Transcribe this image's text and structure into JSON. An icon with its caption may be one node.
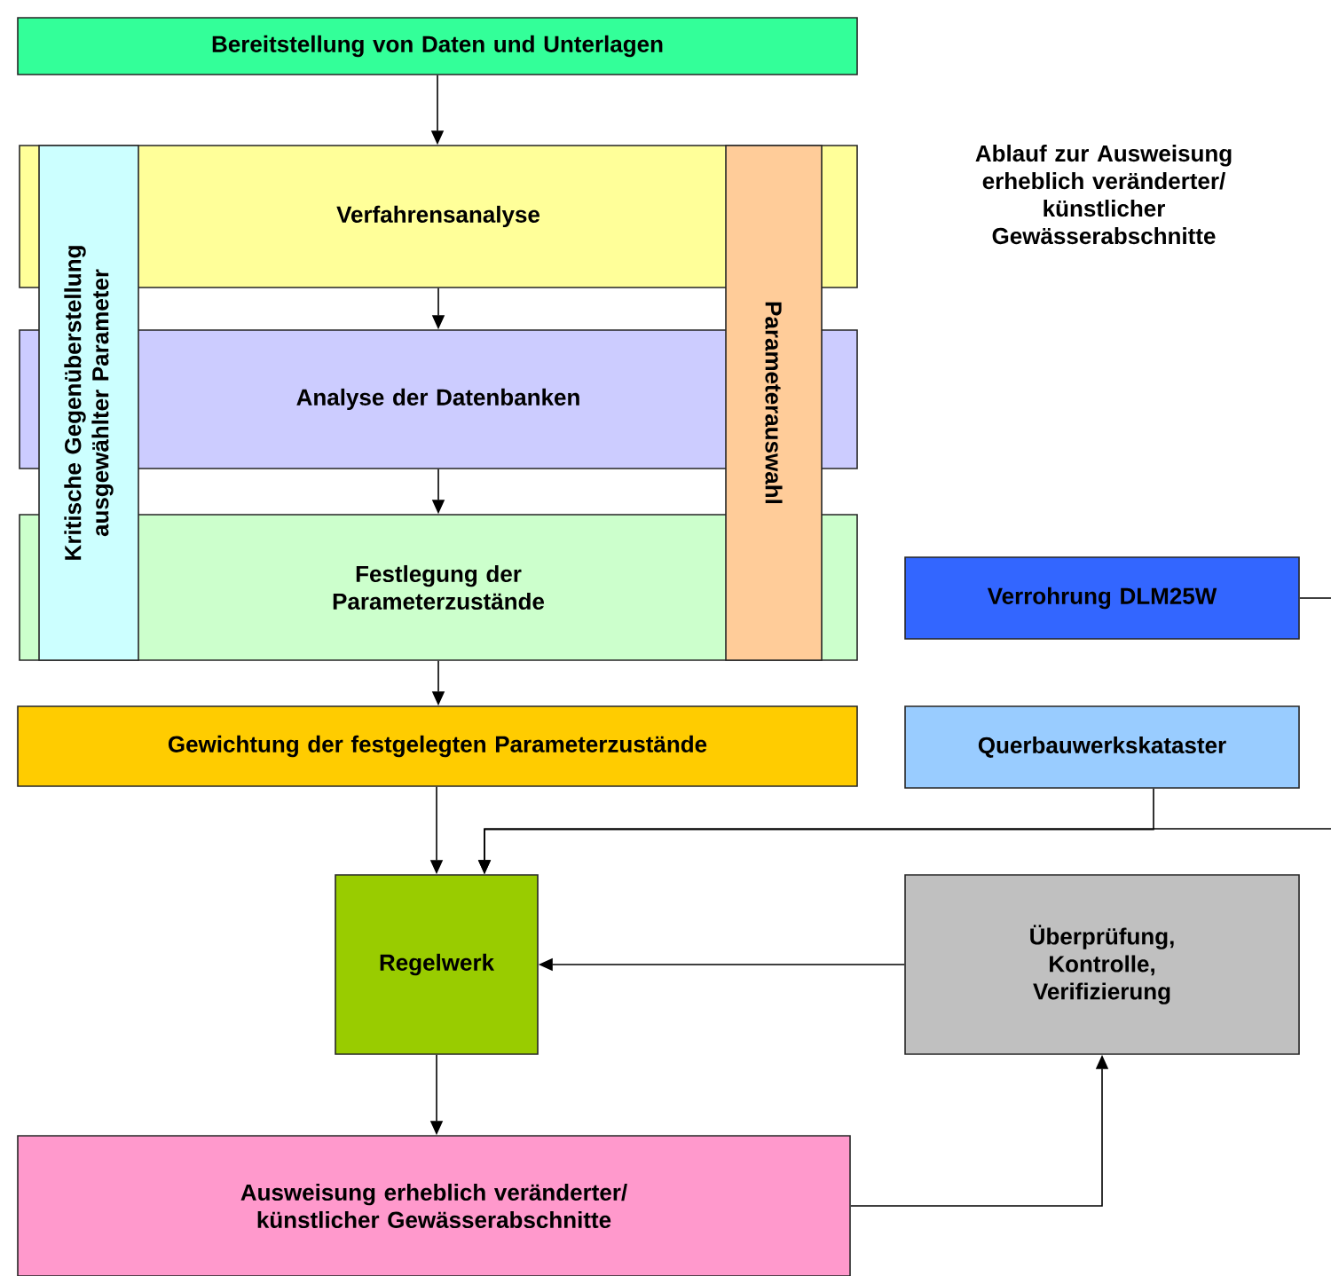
{
  "diagram": {
    "nodes": [
      {
        "text": [
          "Bereitstellung von Daten und Unterlagen"
        ]
      },
      {
        "text": [
          "Verfahrensanalyse"
        ]
      },
      {
        "text": [
          "Analyse der Datenbanken"
        ]
      },
      {
        "text": [
          "Festlegung der Parameterzustände"
        ]
      },
      {
        "text": [
          "Kritische Gegenüberstellung ausgewählter Parameter"
        ]
      },
      {
        "text": [
          "Parameterauswahl"
        ]
      },
      {
        "text": [
          "Gewichtung der festgelegten Parameterzustände"
        ]
      },
      {
        "text": [
          "Verrohrung DLM25W"
        ]
      },
      {
        "text": [
          "Querbauwerkskataster"
        ]
      },
      {
        "text": [
          "Regelwerk"
        ]
      },
      {
        "text": [
          "Überprüfung, Kontrolle, Verifizierung"
        ]
      },
      {
        "text": [
          "Ausweisung erheblich veränderter/ künstlicher Gewässerabschnitte"
        ]
      }
    ],
    "edges": [
      {
        "from": 0,
        "to": 1,
        "arrow": "to"
      },
      {
        "from": 1,
        "to": 2,
        "arrow": "to"
      },
      {
        "from": 2,
        "to": 3,
        "arrow": "to"
      },
      {
        "from": 3,
        "to": 6,
        "arrow": "to"
      },
      {
        "from": 6,
        "to": 9,
        "arrow": "to"
      },
      {
        "from": 8,
        "to": 9,
        "arrow": "to"
      },
      {
        "from": 7,
        "to": 9,
        "arrow": "to"
      },
      {
        "from": 10,
        "to": 9,
        "arrow": "to"
      },
      {
        "from": 9,
        "to": 11,
        "arrow": "to"
      },
      {
        "from": 11,
        "to": 10,
        "arrow": "to"
      }
    ],
    "labels": [
      "Ablauf zur Ausweisung erheblich veränderter/ künstlicher Gewässerabschnitte"
    ]
  }
}
